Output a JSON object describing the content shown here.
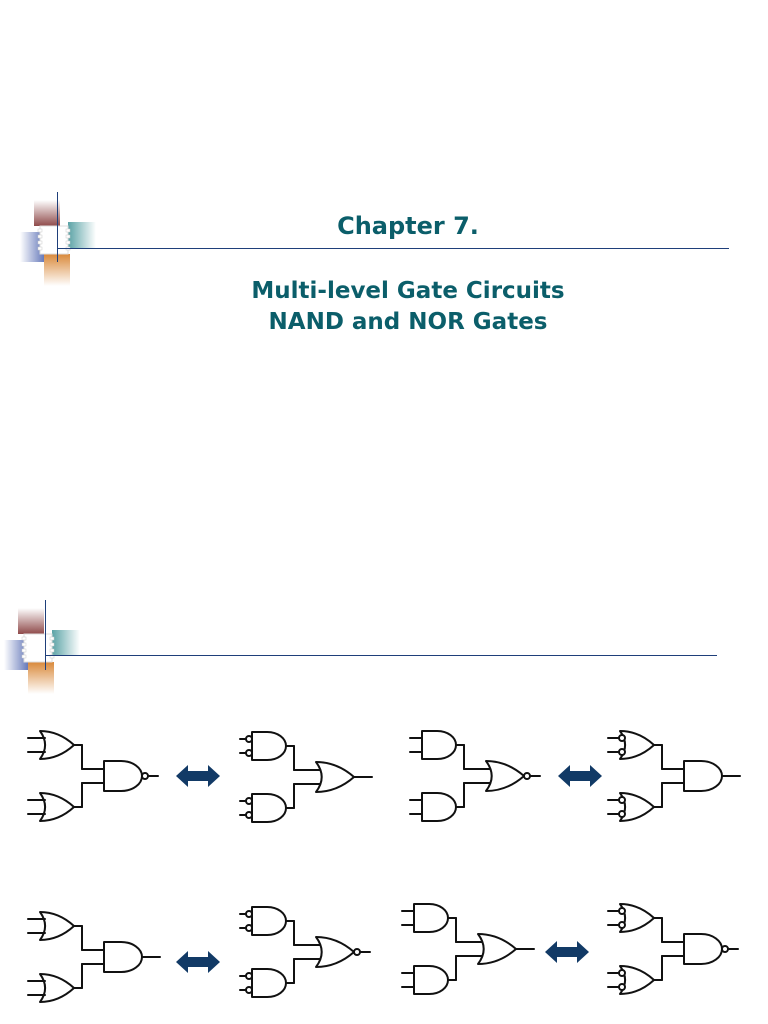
{
  "slide1": {
    "chapter": "Chapter 7.",
    "title_line1": "Multi-level Gate Circuits",
    "title_line2": "NAND and NOR Gates"
  },
  "colors": {
    "title": "#0b5e6a",
    "rule": "#1f3f7a",
    "arrow": "#123a66",
    "logo_red": "#8f4a4a",
    "logo_teal": "#5ba3a6",
    "logo_blue": "#5a6fb5",
    "logo_orange": "#d9893a"
  },
  "circuits": [
    {
      "row": 1,
      "left": "OR-OR feeding NAND",
      "right": "AND-AND with inverted inputs feeding OR"
    },
    {
      "row": 1,
      "left": "AND-AND feeding NOR",
      "right": "OR-OR with inverted inputs feeding AND"
    },
    {
      "row": 2,
      "left": "OR-OR feeding AND",
      "right": "AND-AND with inverted inputs feeding NOR"
    },
    {
      "row": 2,
      "left": "AND-AND feeding OR",
      "right": "OR-OR with inverted inputs feeding NAND"
    }
  ]
}
